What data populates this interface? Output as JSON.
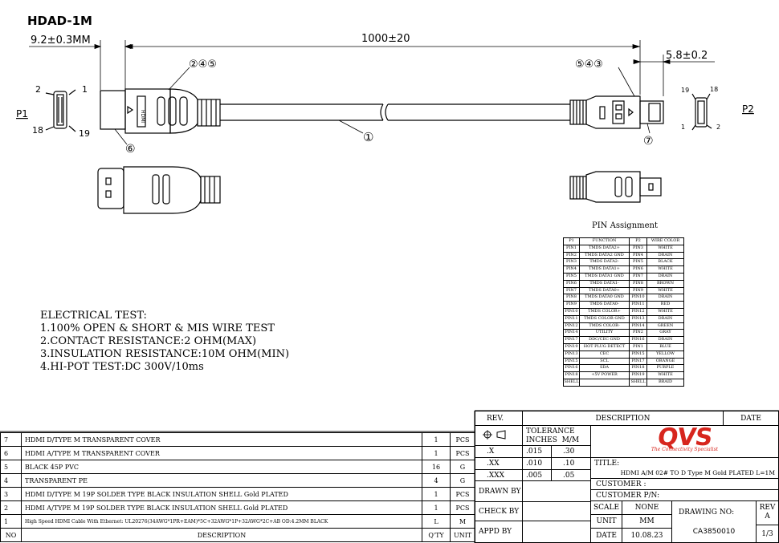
{
  "title": "HDAD-1M",
  "dims": {
    "left": "9.2±0.3MM",
    "length": "1000±20",
    "right": "5.8±0.2"
  },
  "labels": {
    "p1": "P1",
    "p2": "P2",
    "p1_pins": [
      "2",
      "1",
      "18",
      "19"
    ],
    "p2_pins": [
      "19",
      "18",
      "1",
      "2"
    ],
    "callout_left": "②④⑤",
    "callout_right": "⑤④③",
    "callout_cable": "①",
    "callout_cover_left": "⑥",
    "callout_cover_right": "⑦",
    "plug_text": "HDMI"
  },
  "pin_assignment": {
    "title": "PIN Assignment",
    "headers": [
      "P1",
      "FUNCTION",
      "P2",
      "WIRE COLOR"
    ],
    "rows": [
      [
        "PIN1",
        "TMDS DATA2+",
        "PIN3",
        "WHITE"
      ],
      [
        "PIN2",
        "TMDS DATA2 GND",
        "PIN4",
        "DRAIN"
      ],
      [
        "PIN3",
        "TMDS DATA2-",
        "PIN5",
        "BLACK"
      ],
      [
        "PIN4",
        "TMDS DATA1+",
        "PIN6",
        "WHITE"
      ],
      [
        "PIN5",
        "TMDS DATA1 GND",
        "PIN7",
        "DRAIN"
      ],
      [
        "PIN6",
        "TMDS DATA1-",
        "PIN8",
        "BROWN"
      ],
      [
        "PIN7",
        "TMDS DATA0+",
        "PIN9",
        "WHITE"
      ],
      [
        "PIN8",
        "TMDS DATA0 GND",
        "PIN10",
        "DRAIN"
      ],
      [
        "PIN9",
        "TMDS DATA0-",
        "PIN11",
        "RED"
      ],
      [
        "PIN10",
        "TMDS COLOR+",
        "PIN12",
        "WHITE"
      ],
      [
        "PIN11",
        "TMDS COLOR GND",
        "PIN13",
        "DRAIN"
      ],
      [
        "PIN12",
        "TMDS COLOR-",
        "PIN14",
        "GREEN"
      ],
      [
        "PIN14",
        "UTILITY",
        "PIN2",
        "GRAY"
      ],
      [
        "PIN17",
        "DDC/CEC GND",
        "PIN16",
        "DRAIN"
      ],
      [
        "PIN19",
        "HOT PLUG DETECT",
        "PIN1",
        "BLUE"
      ],
      [
        "PIN13",
        "CEC",
        "PIN15",
        "YELLOW"
      ],
      [
        "PIN15",
        "SCL",
        "PIN17",
        "ORANGE"
      ],
      [
        "PIN16",
        "SDA",
        "PIN18",
        "PURPLE"
      ],
      [
        "PIN18",
        "+5V POWER",
        "PIN19",
        "WHITE"
      ],
      [
        "SHELL",
        "",
        "SHELL",
        "BRAID"
      ]
    ]
  },
  "electrical": {
    "heading": "ELECTRICAL TEST:",
    "items": [
      "1.100% OPEN & SHORT & MIS WIRE TEST",
      "2.CONTACT RESISTANCE:2 OHM(MAX)",
      "3.INSULATION RESISTANCE:10M OHM(MIN)",
      "4.HI-POT TEST:DC 300V/10ms"
    ]
  },
  "bom": {
    "headers": [
      "NO",
      "DESCRIPTION",
      "Q'TY",
      "UNIT"
    ],
    "rows": [
      [
        "7",
        "HDMI D/TYPE M TRANSPARENT COVER",
        "1",
        "PCS"
      ],
      [
        "6",
        "HDMI A/TYPE M TRANSPARENT COVER",
        "1",
        "PCS"
      ],
      [
        "5",
        "BLACK 45P PVC",
        "16",
        "G"
      ],
      [
        "4",
        "TRANSPARENT PE",
        "4",
        "G"
      ],
      [
        "3",
        "HDMI D/TYPE M 19P SOLDER TYPE BLACK INSULATION SHELL Gold PLATED",
        "1",
        "PCS"
      ],
      [
        "2",
        "HDMI A/TYPE M 19P SOLDER TYPE BLACK INSULATION SHELL Gold PLATED",
        "1",
        "PCS"
      ],
      [
        "1",
        "High Speed HDMI Cable With Ethernet: UL20276(34AWG*1PR+EAM)*5C+32AWG*1P+32AWG*2C+AB OD:4.2MM BLACK",
        "L",
        "M"
      ]
    ]
  },
  "titleblock": {
    "rev_label": "REV.",
    "description_label": "DESCRIPTION",
    "date_label": "DATE",
    "tolerance_label": "TOLERANCE",
    "units_label": "INCHES  M/M",
    "tolerances": [
      [
        ".X",
        ".015",
        ".30"
      ],
      [
        ".XX",
        ".010",
        ".10"
      ],
      [
        ".XXX",
        ".005",
        ".05"
      ]
    ],
    "drawn_by": "DRAWN BY",
    "check_by": "CHECK BY",
    "appd_by": "APPD BY",
    "title_label": "TITLE:",
    "title_value": "HDMI A/M 02# TO D Type M Gold PLATED L=1M",
    "customer": "CUSTOMER :",
    "customer_pn": "CUSTOMER P/N:",
    "scale_label": "SCALE",
    "scale_value": "NONE",
    "unit_label": "UNIT",
    "unit_value": "MM",
    "date2_label": "DATE",
    "date_value": "10.08.23",
    "drawing_no_label": "DRAWING NO:",
    "drawing_no": "CA3850010",
    "rev_small_label": "REV",
    "rev_value": "A",
    "sheet": "1/3",
    "logo_text": "QVS",
    "logo_tagline": "The Connectivity Specialist",
    "logo_color": "#d7261e"
  }
}
